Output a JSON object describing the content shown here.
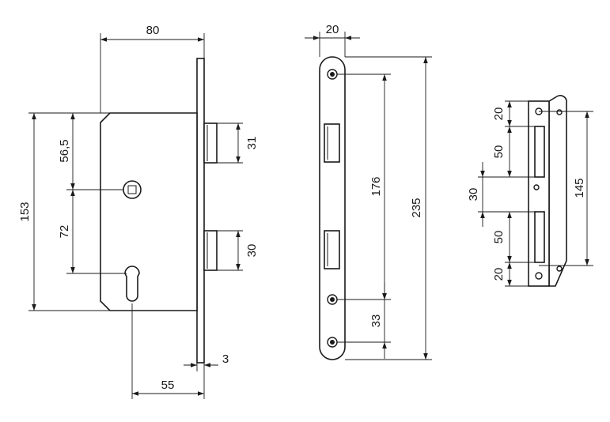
{
  "dimensions": {
    "lock_depth": "80",
    "lock_height": "153",
    "backset_to_spindle": "56,5",
    "spindle_to_cylinder": "72",
    "latch_height": "31",
    "bolt_height": "30",
    "cylinder_backset": "55",
    "faceplate_thickness": "3",
    "faceplate_width": "20",
    "faceplate_hole_spacing": "176",
    "faceplate_length": "235",
    "faceplate_bottom_spacing": "33",
    "strike_top_offset": "20",
    "strike_latch_opening": "50",
    "strike_gap": "30",
    "strike_bolt_opening": "50",
    "strike_bottom_offset": "20",
    "strike_hole_spacing": "145"
  },
  "colors": {
    "line": "#1a1a1a",
    "background": "#ffffff"
  }
}
